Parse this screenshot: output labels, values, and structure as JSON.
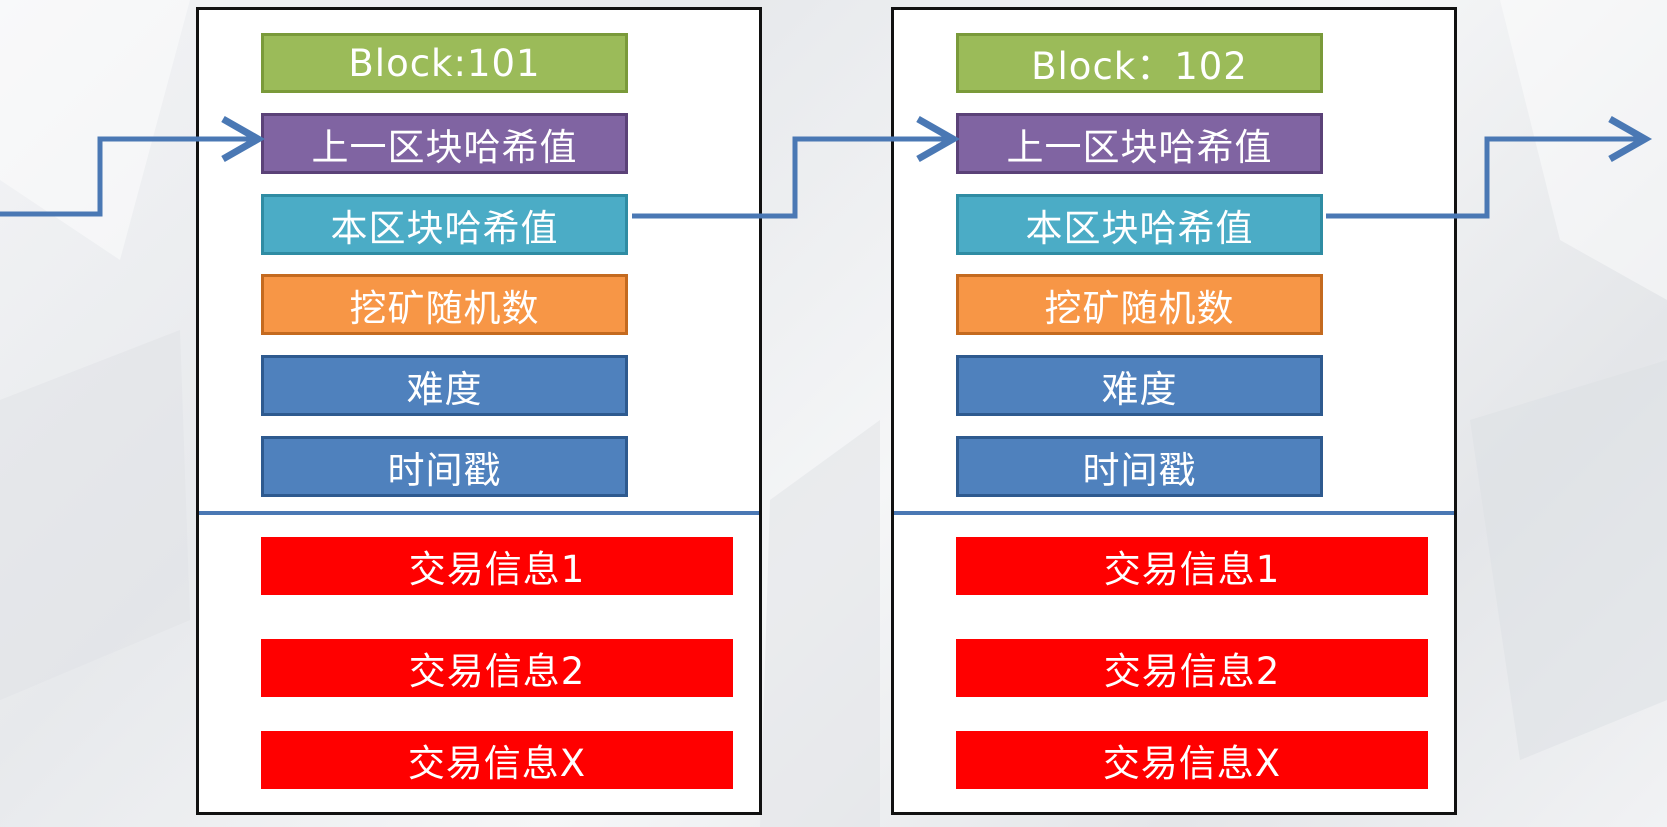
{
  "blocks": [
    {
      "header": "Block:101",
      "prev_hash_label": "上一区块哈希值",
      "this_hash_label": "本区块哈希值",
      "nonce_label": "挖矿随机数",
      "difficulty_label": "难度",
      "timestamp_label": "时间戳",
      "transactions": [
        "交易信息1",
        "交易信息2",
        "交易信息X"
      ]
    },
    {
      "header": "Block：102",
      "prev_hash_label": "上一区块哈希值",
      "this_hash_label": "本区块哈希值",
      "nonce_label": "挖矿随机数",
      "difficulty_label": "难度",
      "timestamp_label": "时间戳",
      "transactions": [
        "交易信息1",
        "交易信息2",
        "交易信息X"
      ]
    }
  ],
  "colors": {
    "header": "#9bbb59",
    "prev_hash": "#8064a2",
    "this_hash": "#4bacc6",
    "nonce": "#f79646",
    "difficulty": "#4f81bd",
    "timestamp": "#4f81bd",
    "transaction": "#ff0000",
    "arrow": "#4a78b4"
  }
}
